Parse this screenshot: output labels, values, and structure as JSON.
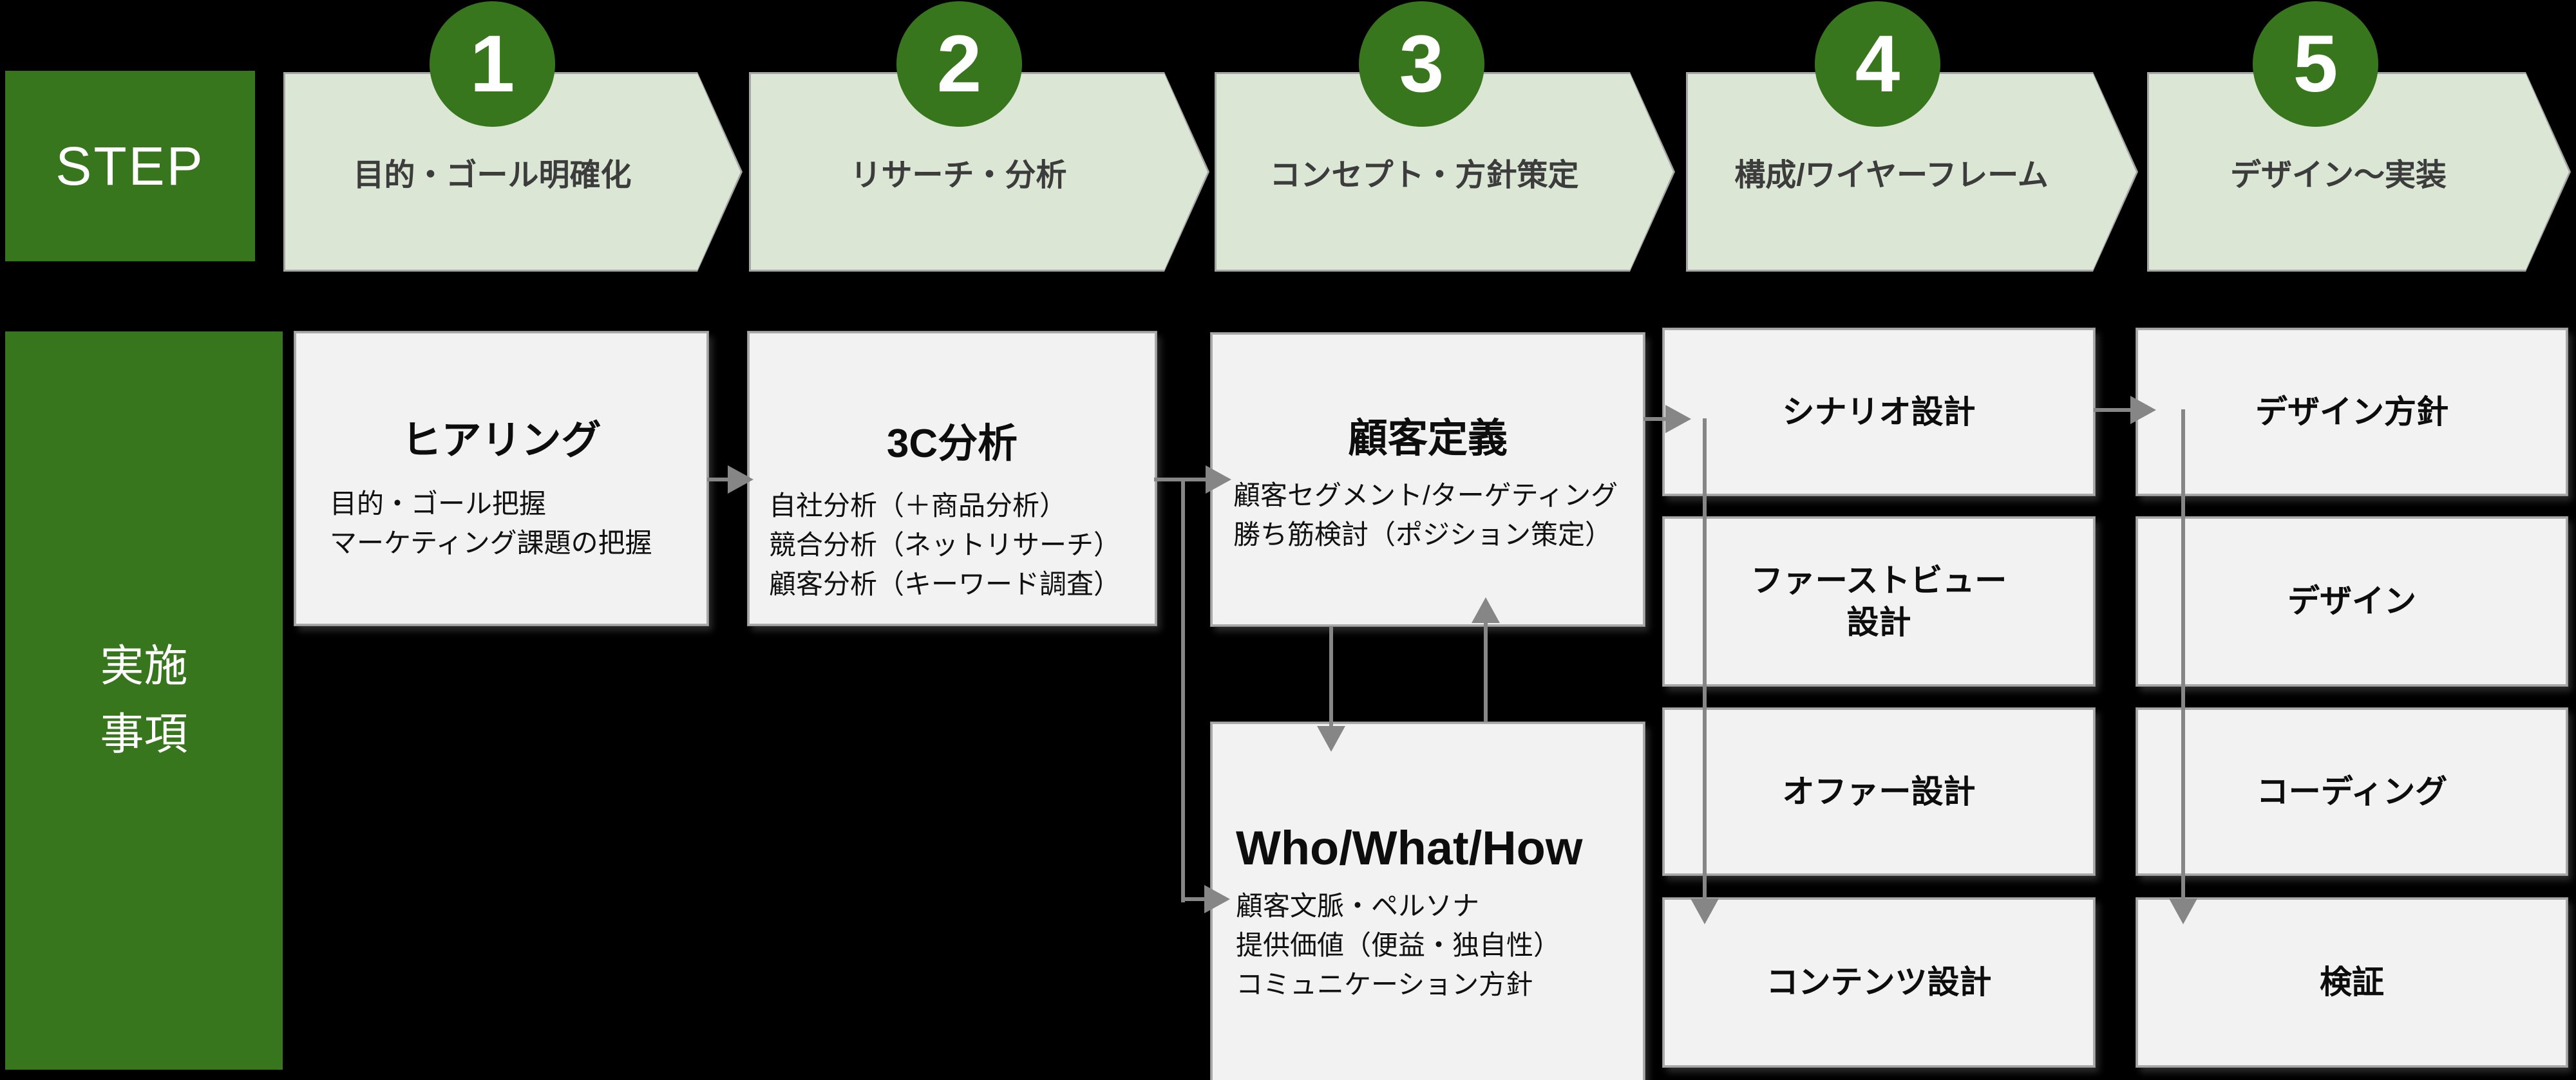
{
  "header": {
    "step_label": "STEP",
    "row_label": "実施\n事項",
    "steps": [
      {
        "number": "1",
        "label": "目的・ゴール明確化"
      },
      {
        "number": "2",
        "label": "リサーチ・分析"
      },
      {
        "number": "3",
        "label": "コンセプト・方針策定"
      },
      {
        "number": "4",
        "label": "構成/ワイヤーフレーム"
      },
      {
        "number": "5",
        "label": "デザイン～実装"
      }
    ]
  },
  "main": {
    "hearing": {
      "title": "ヒアリング",
      "lines": [
        "目的・ゴール把握",
        "マーケティング課題の把握"
      ]
    },
    "analysis3c": {
      "title": "3C分析",
      "lines": [
        "自社分析（＋商品分析）",
        "競合分析（ネットリサーチ）",
        "顧客分析（キーワード調査）"
      ]
    },
    "customer": {
      "title": "顧客定義",
      "lines": [
        "顧客セグメント/ターゲティング",
        "勝ち筋検討（ポジション策定）"
      ]
    },
    "whowhathow": {
      "title": "Who/What/How",
      "lines": [
        "顧客文脈・ペルソナ",
        "提供価値（便益・独自性）",
        "コミュニケーション方針"
      ]
    },
    "step4_boxes": [
      "シナリオ設計",
      "ファーストビュー\n設計",
      "オファー設計",
      "コンテンツ設計"
    ],
    "step5_boxes": [
      "デザイン方針",
      "デザイン",
      "コーディング",
      "検証"
    ]
  },
  "colors": {
    "background": "#000000",
    "green": "#38761d",
    "chevron_fill": "#dbe7d4",
    "chevron_border": "#a6a6a6",
    "box_fill": "#f2f2f2",
    "box_border": "#a9a9a9",
    "arrow": "#868686",
    "text_dark": "#0d0d0d"
  }
}
